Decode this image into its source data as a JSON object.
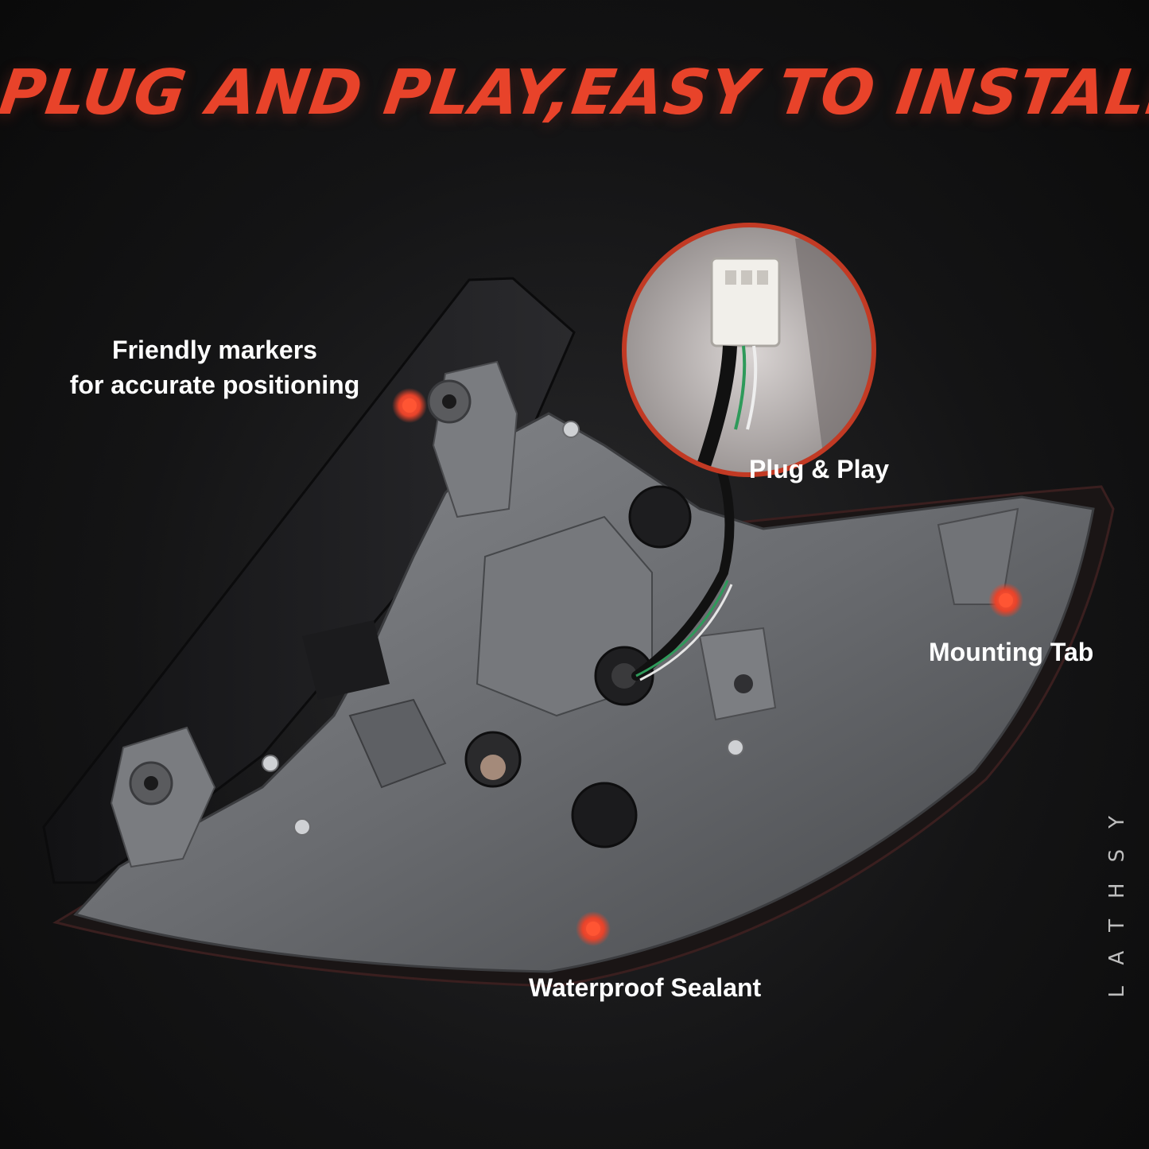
{
  "headline": "PLUG AND PLAY,EASY TO INSTALL",
  "callouts": {
    "markers_line1": "Friendly markers",
    "markers_line2": "for accurate positioning",
    "plug": "Plug & Play",
    "mounting": "Mounting Tab",
    "sealant": "Waterproof Sealant"
  },
  "brand": "LATHSY",
  "colors": {
    "accent": "#e8432a",
    "text": "#ffffff",
    "housing": "#6b6d70",
    "frame": "#1e1e20"
  }
}
